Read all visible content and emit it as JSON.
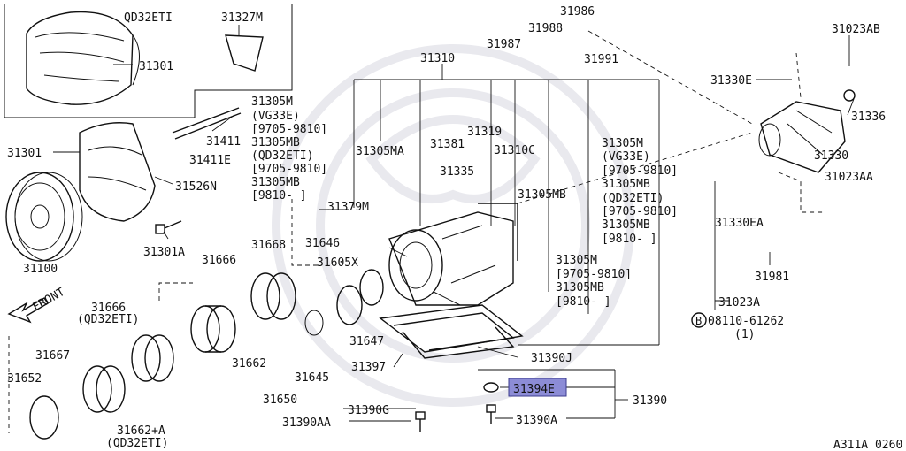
{
  "diagram": {
    "code": "A311A 0260",
    "front_label": "FRONT",
    "bolt_symbol": "B",
    "highlight_color": "#8c8cd6",
    "parts": [
      {
        "id": "p_QD32ETI_top",
        "text": "QD32ETI"
      },
      {
        "id": "p31327M",
        "text": "31327M"
      },
      {
        "id": "p31301_top",
        "text": "31301"
      },
      {
        "id": "p31986",
        "text": "31986"
      },
      {
        "id": "p31988",
        "text": "31988"
      },
      {
        "id": "p31987",
        "text": "31987"
      },
      {
        "id": "p31991",
        "text": "31991"
      },
      {
        "id": "p31310",
        "text": "31310"
      },
      {
        "id": "p31023AB",
        "text": "31023AB"
      },
      {
        "id": "p31330E",
        "text": "31330E"
      },
      {
        "id": "p31336",
        "text": "31336"
      },
      {
        "id": "p31330",
        "text": "31330"
      },
      {
        "id": "p31023AA",
        "text": "31023AA"
      },
      {
        "id": "p31330EA",
        "text": "31330EA"
      },
      {
        "id": "p31981",
        "text": "31981"
      },
      {
        "id": "p31023A",
        "text": "31023A"
      },
      {
        "id": "p08110",
        "text": "08110-61262"
      },
      {
        "id": "p08110q",
        "text": "(1)"
      },
      {
        "id": "p31301_mid",
        "text": "31301"
      },
      {
        "id": "p31411",
        "text": "31411"
      },
      {
        "id": "p31411E",
        "text": "31411E"
      },
      {
        "id": "p31526N",
        "text": "31526N"
      },
      {
        "id": "p31100",
        "text": "31100"
      },
      {
        "id": "p31301A",
        "text": "31301A"
      },
      {
        "id": "p31305M_a",
        "text": "31305M"
      },
      {
        "id": "p_VG33E_a",
        "text": "(VG33E)"
      },
      {
        "id": "p_9705_a",
        "text": "[9705-9810]"
      },
      {
        "id": "p31305MB_a",
        "text": "31305MB"
      },
      {
        "id": "p_QD32ETI_a",
        "text": "(QD32ETI)"
      },
      {
        "id": "p_9705_b",
        "text": "[9705-9810]"
      },
      {
        "id": "p31305MB_b",
        "text": "31305MB"
      },
      {
        "id": "p_9810_a",
        "text": "[9810-    ]"
      },
      {
        "id": "p31305MA",
        "text": "31305MA"
      },
      {
        "id": "p31381",
        "text": "31381"
      },
      {
        "id": "p31319",
        "text": "31319"
      },
      {
        "id": "p31310C",
        "text": "31310C"
      },
      {
        "id": "p31335",
        "text": "31335"
      },
      {
        "id": "p31305MB_c",
        "text": "31305MB"
      },
      {
        "id": "p31305M_r",
        "text": "31305M"
      },
      {
        "id": "p_VG33E_r",
        "text": "(VG33E)"
      },
      {
        "id": "p_9705_r1",
        "text": "[9705-9810]"
      },
      {
        "id": "p31305MB_r1",
        "text": "31305MB"
      },
      {
        "id": "p_QD32ETI_r",
        "text": "(QD32ETI)"
      },
      {
        "id": "p_9705_r2",
        "text": "[9705-9810]"
      },
      {
        "id": "p31305MB_r2",
        "text": "31305MB"
      },
      {
        "id": "p_9810_r",
        "text": "[9810-    ]"
      },
      {
        "id": "p31379M",
        "text": "31379M"
      },
      {
        "id": "p31668",
        "text": "31668"
      },
      {
        "id": "p31646",
        "text": "31646"
      },
      {
        "id": "p31666",
        "text": "31666"
      },
      {
        "id": "p31605X",
        "text": "31605X"
      },
      {
        "id": "p31305M_c",
        "text": "31305M"
      },
      {
        "id": "p_9705_c",
        "text": "[9705-9810]"
      },
      {
        "id": "p31305MB_d",
        "text": "31305MB"
      },
      {
        "id": "p_9810_c",
        "text": "[9810-    ]"
      },
      {
        "id": "p31666_b",
        "text": "31666"
      },
      {
        "id": "p_QD32ETI_b",
        "text": "(QD32ETI)"
      },
      {
        "id": "p31667",
        "text": "31667"
      },
      {
        "id": "p31652",
        "text": "31652"
      },
      {
        "id": "p31662",
        "text": "31662"
      },
      {
        "id": "p31647",
        "text": "31647"
      },
      {
        "id": "p31390J",
        "text": "31390J"
      },
      {
        "id": "p31397",
        "text": "31397"
      },
      {
        "id": "p31645",
        "text": "31645"
      },
      {
        "id": "p31650",
        "text": "31650"
      },
      {
        "id": "p31394E",
        "text": "31394E"
      },
      {
        "id": "p31390",
        "text": "31390"
      },
      {
        "id": "p31390G",
        "text": "31390G"
      },
      {
        "id": "p31390A",
        "text": "31390A"
      },
      {
        "id": "p31390AA",
        "text": "31390AA"
      },
      {
        "id": "p31662A",
        "text": "31662+A"
      },
      {
        "id": "p_QD32ETI_c",
        "text": "(QD32ETI)"
      }
    ]
  }
}
